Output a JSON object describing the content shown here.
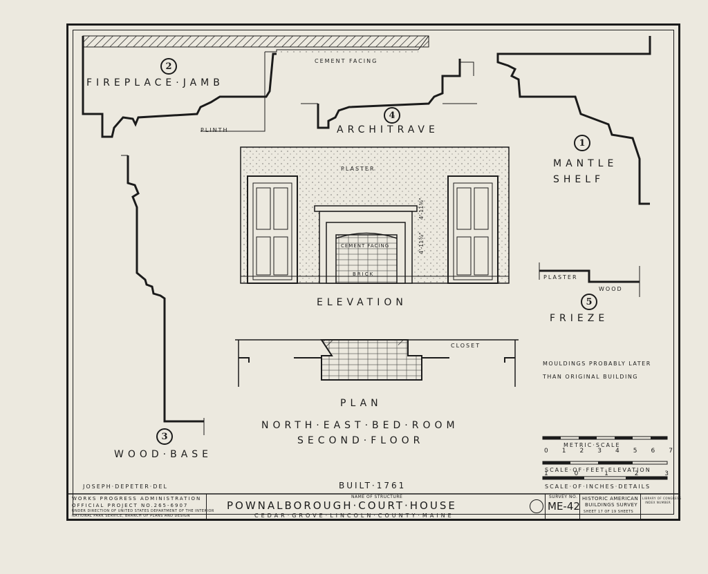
{
  "drawing": {
    "jamb_label": "FIREPLACE·JAMB",
    "jamb_num": "2",
    "plinth": "PLINTH",
    "cement_facing": "CEMENT FACING",
    "architrave_label": "ARCHITRAVE",
    "architrave_num": "4",
    "mantle_line1": "MANTLE",
    "mantle_line2": "SHELF",
    "mantle_num": "1",
    "plaster_top": "PLASTER",
    "elevation_label": "ELEVATION",
    "cement_facing_inner": "CEMENT FACING",
    "brick": "BRICK",
    "frieze_plaster": "PLASTER",
    "frieze_wood": "WOOD",
    "frieze_label": "FRIEZE",
    "frieze_num": "5",
    "wood_base_label": "WOOD·BASE",
    "wood_base_num": "3",
    "closet": "CLOSET",
    "mouldings_line1": "MOULDINGS PROBABLY LATER",
    "mouldings_line2": "THAN ORIGINAL BUILDING",
    "plan_label": "PLAN",
    "room_line1": "NORTH·EAST·BED·ROOM",
    "room_line2": "SECOND·FLOOR",
    "metric_scale": "METRIC·SCALE",
    "metric_ticks": [
      "0",
      "1",
      "2",
      "3",
      "4",
      "5",
      "6",
      "7"
    ],
    "feet_scale": "SCALE·OF·FEET·ELEVATION",
    "feet_ticks": [
      "1",
      "0",
      "1",
      "2",
      "3"
    ],
    "inches_scale": "SCALE·OF·INCHES·DETAILS",
    "built": "BUILT·1761",
    "delineator": "JOSEPH·DEPETER·DEL",
    "dim_height": "4'-11¾\"",
    "dim_top": "4'-11⅜\""
  },
  "title_block": {
    "wpa_line1": "WORKS PROGRESS ADMINISTRATION",
    "wpa_line2": "OFFICIAL PROJECT NO.265-6907",
    "wpa_line3": "UNDER DIRECTION OF UNITED STATES DEPARTMENT OF THE INTERIOR",
    "wpa_line4": "NATIONAL PARK SERVICE, BRANCH OF PLANS AND DESIGN",
    "name_caption": "NAME OF STRUCTURE",
    "structure": "POWNALBOROUGH·COURT·HOUSE",
    "location": "CEDAR·GROVE·LINCOLN·COUNTY·MAINE",
    "survey_caption": "SURVEY NO.",
    "survey_no": "ME-42",
    "habs_line1": "HISTORIC AMERICAN",
    "habs_line2": "BUILDINGS SURVEY",
    "sheet": "SHEET 17 OF 19 SHEETS",
    "loc_line1": "LIBRARY OF CONGRESS",
    "loc_line2": "INDEX NUMBER"
  }
}
